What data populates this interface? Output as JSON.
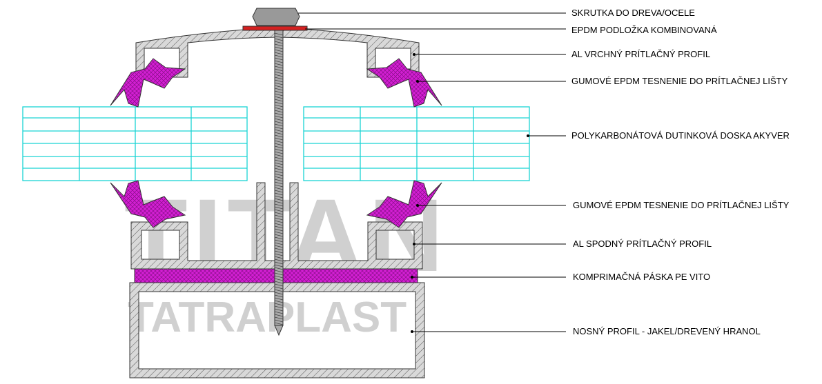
{
  "watermark": {
    "line1": "TITAN",
    "line2": "TATRAPLAST"
  },
  "labels": [
    {
      "id": "screw",
      "text": "SKRUTKA DO DREVA/OCELE"
    },
    {
      "id": "washer",
      "text": "EPDM PODLOŽKA KOMBINOVANÁ"
    },
    {
      "id": "top-profile",
      "text": "AL VRCHNÝ PRÍTLAČNÝ PROFIL"
    },
    {
      "id": "top-gasket",
      "text": "GUMOVÉ EPDM TESNENIE DO PRÍTLAČNEJ LIŠTY"
    },
    {
      "id": "panel",
      "text": "POLYKARBONÁTOVÁ DUTINKOVÁ DOSKA AKYVER"
    },
    {
      "id": "bottom-gasket",
      "text": "GUMOVÉ EPDM TESNENIE DO PRÍTLAČNEJ LIŠTY"
    },
    {
      "id": "bottom-profile",
      "text": "AL SPODNÝ PRÍTLAČNÝ PROFIL"
    },
    {
      "id": "tape",
      "text": "KOMPRIMAČNÁ PÁSKA PE VITO"
    },
    {
      "id": "support",
      "text": "NOSNÝ PROFIL - JAKEL/DREVENÝ HRANOL"
    }
  ],
  "colors": {
    "gasket": "#d21fd2",
    "panel": "#19d4d4",
    "washer": "#d42020",
    "metal": "#c8c8c8"
  }
}
